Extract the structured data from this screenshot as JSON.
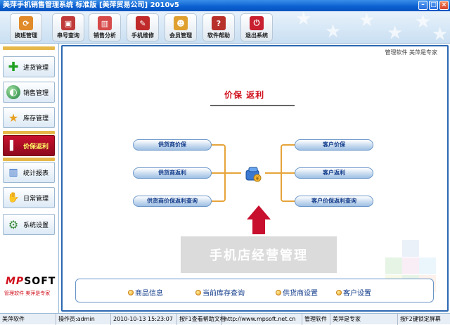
{
  "window": {
    "title": "美萍手机销售管理系统   标准版 [美萍贸易公司] 2010v5"
  },
  "toolbar": {
    "buttons": [
      {
        "label": "换班管理",
        "icon": "shift-change-icon",
        "color": "#e08a2a"
      },
      {
        "label": "串号查询",
        "icon": "serial-search-icon",
        "color": "#c03a3a"
      },
      {
        "label": "销售分析",
        "icon": "sales-analysis-icon",
        "color": "#d64a4a"
      },
      {
        "label": "手机维修",
        "icon": "phone-repair-icon",
        "color": "#c02a2a"
      },
      {
        "label": "会员管理",
        "icon": "member-icon",
        "color": "#e0a030"
      },
      {
        "label": "软件帮助",
        "icon": "help-icon",
        "color": "#b8302a"
      },
      {
        "label": "退出系统",
        "icon": "exit-icon",
        "color": "#c82030"
      }
    ]
  },
  "sidebar": {
    "items": [
      {
        "label": "进货管理",
        "icon": "plus-icon"
      },
      {
        "label": "销售管理",
        "icon": "globe-icon"
      },
      {
        "label": "库存管理",
        "icon": "star-icon"
      },
      {
        "label": "价保返利",
        "icon": "pay-icon",
        "active": true
      },
      {
        "label": "统计报表",
        "icon": "chart-icon"
      },
      {
        "label": "日常管理",
        "icon": "handshake-icon"
      },
      {
        "label": "系统设置",
        "icon": "gear-icon"
      }
    ],
    "logo_mp": "MP",
    "logo_soft": "SOFT",
    "slogan": "管理软件 美萍是专家"
  },
  "main": {
    "tagline": "管理软件 美萍是专家",
    "section_title": "价保  返利",
    "left_nodes": [
      "供货商价保",
      "供货商返利",
      "供货商价保返利查询"
    ],
    "right_nodes": [
      "客户价保",
      "客户返利",
      "客户价保返利查询"
    ],
    "banner": "手机店经营管理",
    "quick_links": [
      "商品信息",
      "当前库存查询",
      "供货商设置",
      "客户设置"
    ]
  },
  "status": {
    "app": "美萍软件",
    "operator": "操作员:admin",
    "datetime": "2010-10-13 15:23:07",
    "help_hint": "按F1查看帮助文档",
    "website": "http://www.mpsoft.net.cn",
    "brand1": "管理软件",
    "brand2": "美萍是专家",
    "lock_hint": "按F2键锁定屏幕"
  },
  "colors": {
    "accent": "#c8102e",
    "link": "#113b8a",
    "bracket": "#e6a43a",
    "border": "#2b68b0"
  }
}
